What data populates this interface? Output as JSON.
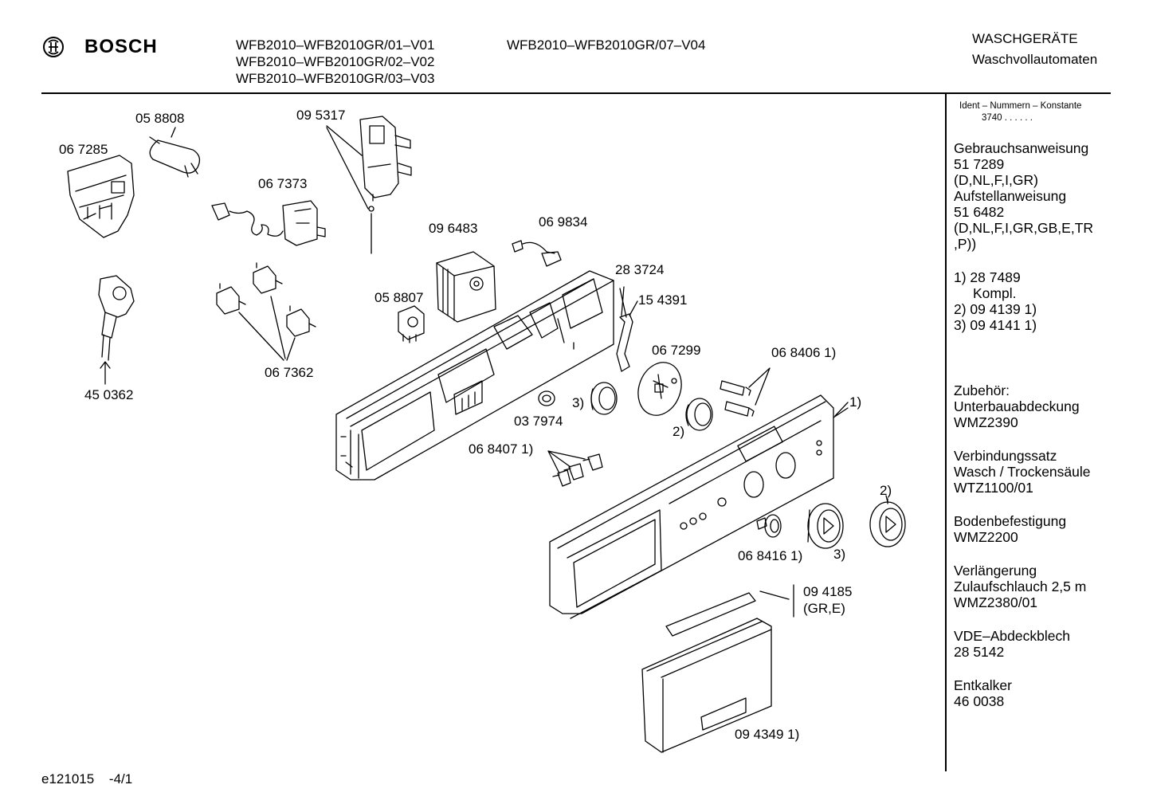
{
  "header": {
    "brand": "BOSCH",
    "models_col1": [
      "WFB2010–WFB2010GR/01–V01",
      "WFB2010–WFB2010GR/02–V02",
      "WFB2010–WFB2010GR/03–V03"
    ],
    "models_col2": [
      "WFB2010–WFB2010GR/07–V04"
    ],
    "category": "WASCHGERÄTE",
    "subcategory": "Waschvollautomaten"
  },
  "ident": {
    "title": "Ident – Nummern – Konstante",
    "value": "3740  .   .   .   .   .   ."
  },
  "sidebar": {
    "blocks": [
      [
        "Gebrauchsanweisung",
        "51 7289",
        "(D,NL,F,I,GR)",
        "Aufstellanweisung",
        "51 6482",
        "(D,NL,F,I,GR,GB,E,TR",
        ",P))"
      ],
      [
        "1)  28 7489",
        "Kompl.",
        "2)  09 4139 1)",
        "3)  09 4141 1)"
      ],
      [
        "Zubehör:",
        "Unterbauabdeckung",
        "WMZ2390"
      ],
      [
        "Verbindungssatz",
        "Wasch / Trockensäule",
        "WTZ1100/01"
      ],
      [
        "Bodenbefestigung",
        "WMZ2200"
      ],
      [
        "Verlängerung",
        "Zulaufschlauch 2,5 m",
        "WMZ2380/01"
      ],
      [
        "VDE–Abdeckblech",
        "28 5142"
      ],
      [
        "Entkalker",
        "46 0038"
      ]
    ]
  },
  "parts": {
    "p058808": "05 8808",
    "p067285": "06 7285",
    "p095317": "09 5317",
    "p067373": "06 7373",
    "p096483": "09 6483",
    "p069834": "06 9834",
    "p283724": "28 3724",
    "p154391": "15 4391",
    "p058807": "05 8807",
    "p067362": "06 7362",
    "p450362": "45 0362",
    "p067299": "06 7299",
    "p068406": "06 8406 1)",
    "p_one": "1)",
    "p_three_a": "3)",
    "p_two_a": "2)",
    "p037974": "03 7974",
    "p068407": "06 8407 1)",
    "p_two_b": "2)",
    "p068416": "06 8416 1)",
    "p_three_b": "3)",
    "p094185": "09 4185",
    "p094185_note": "(GR,E)",
    "p094349": "09 4349 1)"
  },
  "footer": {
    "code": "e121015",
    "page": "-4/1"
  }
}
